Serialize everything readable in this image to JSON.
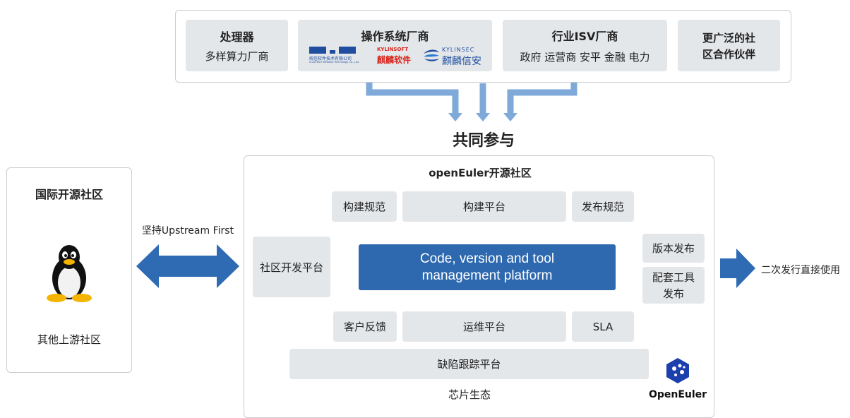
{
  "top": {
    "processor": {
      "title": "处理器",
      "subtitle": "多样算力厂商"
    },
    "os": {
      "title": "操作系统厂商",
      "logos": [
        {
          "name": "uniontech-logo",
          "text": "统信软件技术有限公司",
          "subtext": "UnionTech Software Technology Co., Ltd."
        },
        {
          "name": "kylinsoft-logo",
          "text_en": "KYLINSOFT",
          "text": "麒麟软件"
        },
        {
          "name": "kylinsec-logo",
          "text_en": "KYLINSEC",
          "text": "麒麟信安"
        }
      ]
    },
    "isv": {
      "title": "行业ISV厂商",
      "subtitle": "政府 运营商 安平 金融 电力"
    },
    "partners": {
      "title_line1": "更广泛的社",
      "title_line2": "区合作伙伴"
    }
  },
  "together_label": "共同参与",
  "intl": {
    "title": "国际开源社区",
    "footer": "其他上游社区"
  },
  "upstream_label": "坚持Upstream First",
  "community": {
    "title": "openEuler开源社区",
    "build_spec": "构建规范",
    "build_platform": "构建平台",
    "release_spec": "发布规范",
    "dev_platform": "社区开发平台",
    "core_line1": "Code, version and tool",
    "core_line2": "management platform",
    "version_release": "版本发布",
    "tools_line1": "配套工具",
    "tools_line2": "发布",
    "feedback": "客户反馈",
    "ops_platform": "运维平台",
    "sla": "SLA",
    "defect_platform": "缺陷跟踪平台",
    "chip": "芯片生态",
    "logo_text": "OpenEuler"
  },
  "secondary_label": "二次发行直接使用",
  "colors": {
    "arrow_light": "#7ea9d8",
    "arrow_dark": "#2e6bb3",
    "core_fill": "#2e69b0",
    "box_gray": "#e4e7ea",
    "kylin_red": "#d9261c",
    "uniontech_blue": "#1f4e9e"
  }
}
